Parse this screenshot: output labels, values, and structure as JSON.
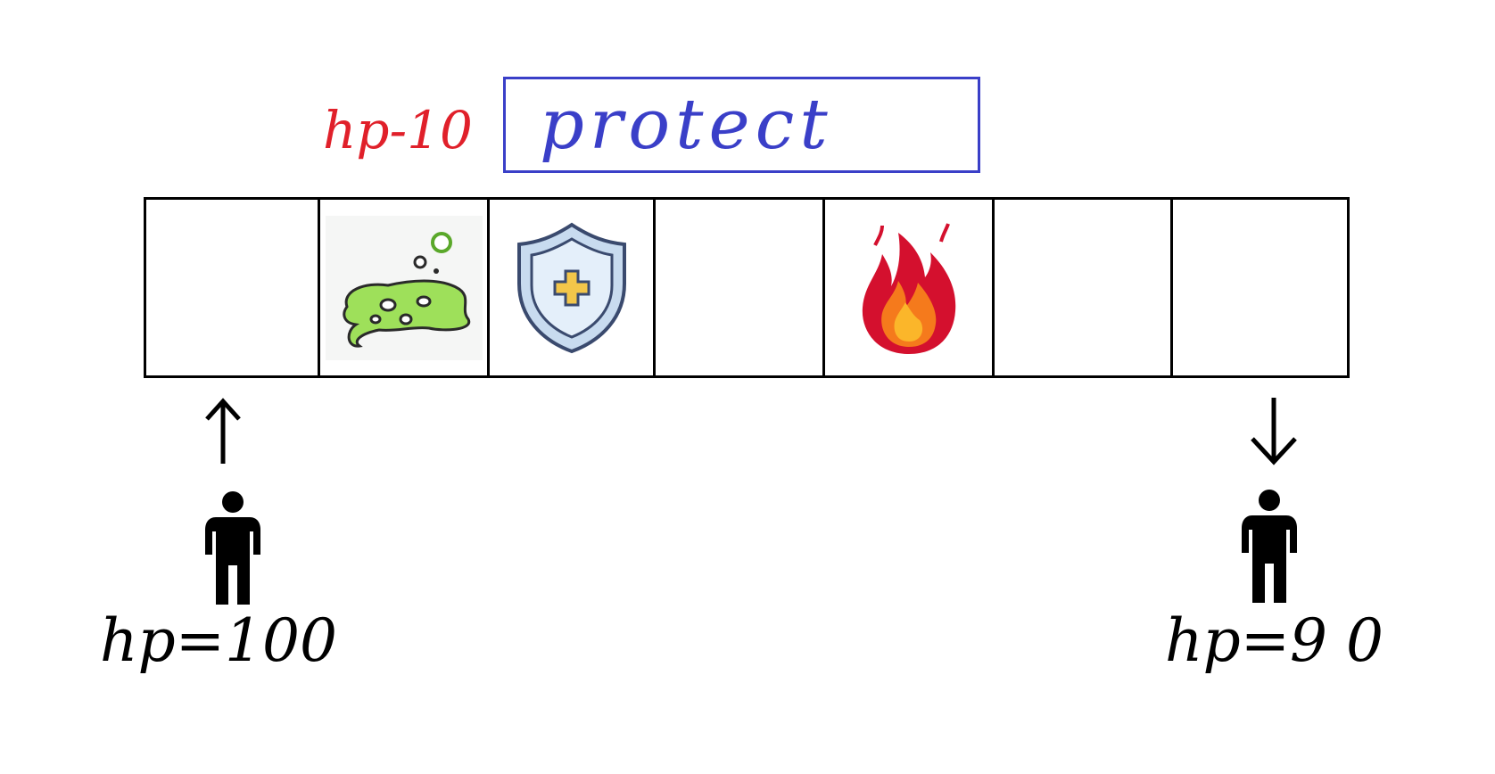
{
  "labels": {
    "hp_penalty": "hp-10",
    "action": "protect",
    "hp_left": "hp=100",
    "hp_right": "hp=9 0"
  },
  "track": {
    "cells": [
      {
        "item": ""
      },
      {
        "item": "poison-icon"
      },
      {
        "item": "shield-icon"
      },
      {
        "item": ""
      },
      {
        "item": "fire-icon"
      },
      {
        "item": ""
      },
      {
        "item": ""
      }
    ]
  },
  "colors": {
    "penalty": "#e0202a",
    "action": "#3a3fc8",
    "ink": "#000000"
  }
}
